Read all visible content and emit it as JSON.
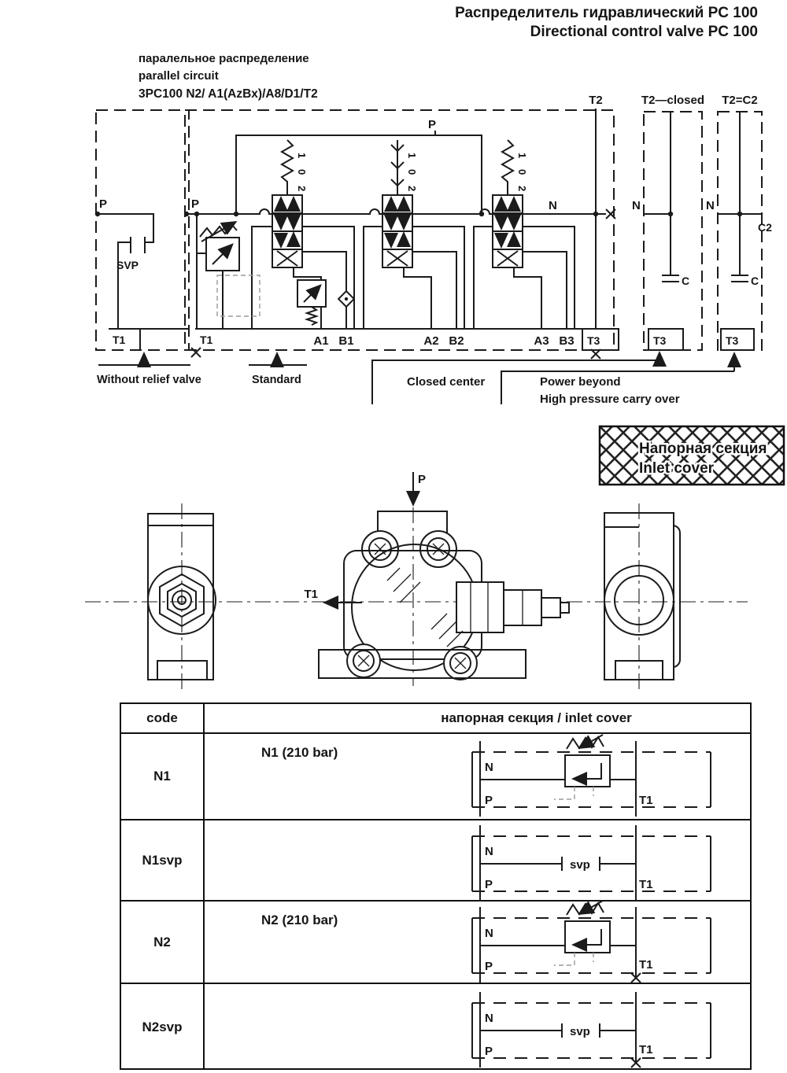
{
  "title": {
    "ru": "Распределитель гидравлический PC 100",
    "en": "Directional control valve PC 100"
  },
  "subtitle": {
    "ru": "паралельное распределение",
    "en": "parallel circuit",
    "model": "3PC100 N2/ A1(AzBx)/A8/D1/T2"
  },
  "schematic": {
    "left_section": {
      "p": "P",
      "svp": "SVP",
      "t1": "T1"
    },
    "main_section": {
      "p": "P",
      "p_rail": "P",
      "n": "N",
      "t1": "T1",
      "t3": "T3",
      "spool_positions": [
        "1",
        "0",
        "2"
      ],
      "ports": [
        "A1",
        "B1",
        "A2",
        "B2",
        "A3",
        "B3"
      ]
    },
    "outlet_t2": {
      "title": "T2",
      "t3": "T3"
    },
    "outlet_t2_closed": {
      "title": "T2—closed",
      "n": "N",
      "c": "C",
      "t3": "T3"
    },
    "outlet_t2_c2": {
      "title": "T2=C2",
      "n": "N",
      "c": "C",
      "c2": "C2",
      "t3": "T3"
    },
    "variants": {
      "without_relief": "Without relief valve",
      "standard": "Standard",
      "closed_center": "Closed center",
      "power_beyond_line1": "Power beyond",
      "power_beyond_line2": "High pressure carry over"
    }
  },
  "banner": {
    "ru": "Напорная секция",
    "en": "Inlet cover"
  },
  "drawing": {
    "p": "P",
    "t1": "T1"
  },
  "table": {
    "header": {
      "code": "code",
      "description": "напорная секция / inlet cover"
    },
    "rows": [
      {
        "code": "N1",
        "label": "N1 (210 bar)",
        "variant": "relief",
        "svp": "",
        "ports": {
          "n": "N",
          "p": "P",
          "t1": "T1"
        }
      },
      {
        "code": "N1svp",
        "label": "",
        "variant": "svp",
        "svp": "svp",
        "ports": {
          "n": "N",
          "p": "P",
          "t1": "T1"
        }
      },
      {
        "code": "N2",
        "label": "N2 (210 bar)",
        "variant": "relief",
        "svp": "",
        "ports": {
          "n": "N",
          "p": "P",
          "t1": "T1"
        }
      },
      {
        "code": "N2svp",
        "label": "",
        "variant": "svp",
        "svp": "svp",
        "ports": {
          "n": "N",
          "p": "P",
          "t1": "T1"
        }
      }
    ]
  },
  "colors": {
    "ink": "#1b1b1b",
    "paper": "#ffffff",
    "pilot_gray": "#9a9a9a"
  }
}
